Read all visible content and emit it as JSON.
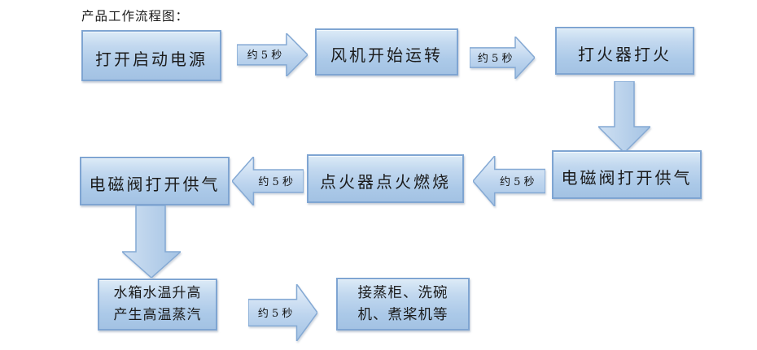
{
  "title": "产品工作流程图：",
  "diagram": {
    "type": "flowchart",
    "boxes": [
      {
        "id": "b1",
        "label": "打开启动电源"
      },
      {
        "id": "b2",
        "label": "风机开始运转"
      },
      {
        "id": "b3",
        "label": "打火器打火"
      },
      {
        "id": "b4",
        "label": "电磁阀打开供气"
      },
      {
        "id": "b5",
        "label": "点火器点火燃烧"
      },
      {
        "id": "b6",
        "label": "电磁阀打开供气"
      },
      {
        "id": "b7",
        "lines": [
          "水箱水温升高",
          "产生高温蒸汽"
        ]
      },
      {
        "id": "b8",
        "lines": [
          "接蒸柜、洗碗",
          "机、煮桨机等"
        ]
      }
    ],
    "arrows": [
      {
        "from": "b1",
        "to": "b2",
        "direction": "right",
        "label": "约 5 秒"
      },
      {
        "from": "b2",
        "to": "b3",
        "direction": "right",
        "label": "约 5 秒"
      },
      {
        "from": "b3",
        "to": "b4",
        "direction": "down",
        "label": ""
      },
      {
        "from": "b4",
        "to": "b5",
        "direction": "left",
        "label": "约 5 秒"
      },
      {
        "from": "b5",
        "to": "b6",
        "direction": "left",
        "label": "约 5 秒"
      },
      {
        "from": "b6",
        "to": "b7",
        "direction": "down",
        "label": ""
      },
      {
        "from": "b7",
        "to": "b8",
        "direction": "right",
        "label": "约 5 秒"
      }
    ],
    "colors": {
      "box_fill_top": "#dcebf7",
      "box_fill_bottom": "#a3c2e3",
      "box_border": "#7fa5d2",
      "arrow_border": "#84a9d4",
      "text": "#1b1b1b",
      "background": "#ffffff"
    }
  }
}
